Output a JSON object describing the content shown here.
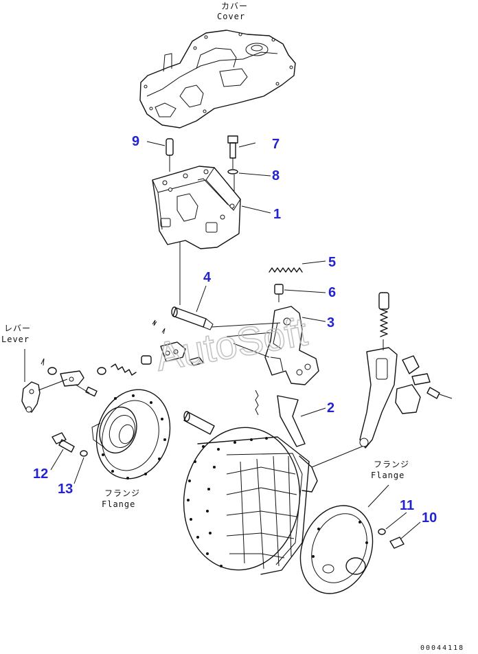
{
  "labels": {
    "cover_jp": "カバー",
    "cover_en": "Cover",
    "lever_jp": "レバー",
    "lever_en": "Lever",
    "flange_left_jp": "フランジ",
    "flange_left_en": "Flange",
    "flange_right_jp": "フランジ",
    "flange_right_en": "Flange"
  },
  "callouts": {
    "c1": "1",
    "c2": "2",
    "c3": "3",
    "c4": "4",
    "c5": "5",
    "c6": "6",
    "c7": "7",
    "c8": "8",
    "c9": "9",
    "c10": "10",
    "c11": "11",
    "c12": "12",
    "c13": "13"
  },
  "watermark": "AutoSoft",
  "figure_code": "00044118",
  "colors": {
    "callout": "#2222d0",
    "line": "#111111",
    "watermark": "#b9b9b9"
  }
}
